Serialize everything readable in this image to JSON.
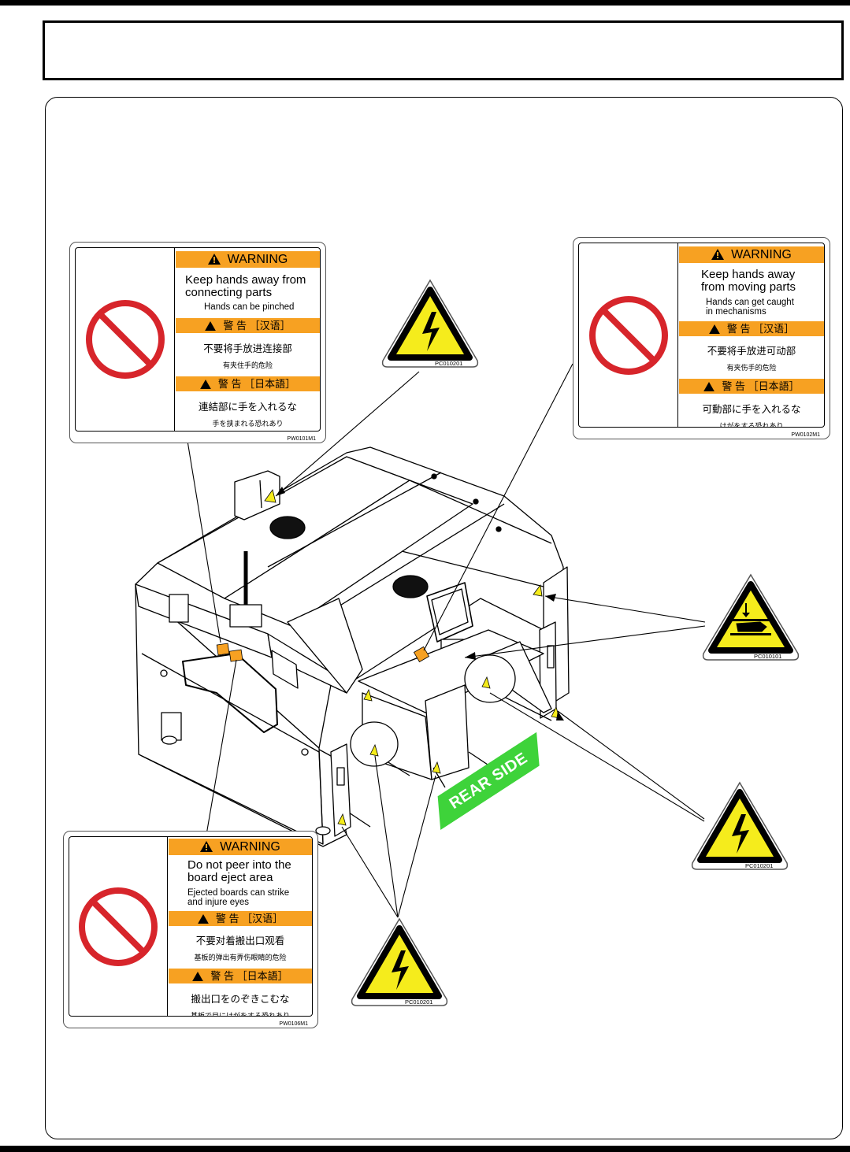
{
  "labels": {
    "connect": {
      "warning": "WARNING",
      "main_l1": "Keep hands away from",
      "main_l2": "connecting parts",
      "sub": "Hands can be pinched",
      "cn_bar": "警  告 ［汉语］",
      "cn_main": "不要将手放进连接部",
      "cn_sub": "有夹住手的危险",
      "jp_bar": "警  告 ［日本語］",
      "jp_main": "連結部に手を入れるな",
      "jp_sub": "手を挟まれる恐れあり",
      "code": "PW0101M1"
    },
    "moving": {
      "warning": "WARNING",
      "main_l1": "Keep hands away",
      "main_l2": "from moving parts",
      "sub_l1": "Hands can get caught",
      "sub_l2": "in mechanisms",
      "cn_bar": "警  告 ［汉语］",
      "cn_main": "不要将手放进可动部",
      "cn_sub": "有夹伤手的危险",
      "jp_bar": "警  告 ［日本語］",
      "jp_main": "可動部に手を入れるな",
      "jp_sub": "けがをする恐れあり",
      "code": "PW0102M1"
    },
    "eject": {
      "warning": "WARNING",
      "main_l1": "Do not peer into the",
      "main_l2": "board eject area",
      "sub_l1": "Ejected boards can strike",
      "sub_l2": "and injure eyes",
      "cn_bar": "警  告 ［汉语］",
      "cn_main": "不要对着搬出口观看",
      "cn_sub": "基板的弹出有弄伤眼睛的危险",
      "jp_bar": "警  告 ［日本語］",
      "jp_main": "搬出口をのぞきこむな",
      "jp_sub": "基板で目にけがをする恐れあり",
      "code": "PW0106M1"
    }
  },
  "symbols": {
    "shock_code": "PC010201",
    "pinch_code": "PC010101"
  },
  "rear_side": "REAR SIDE",
  "colors": {
    "warning_orange": "#f7a122",
    "prohibit_red": "#d7252b",
    "hazard_yellow": "#f5ec1c",
    "rear_green": "#3ed33a",
    "sticker_orange": "#f7a122"
  }
}
